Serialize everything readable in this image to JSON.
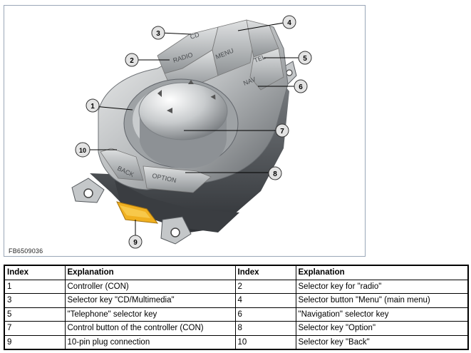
{
  "figure": {
    "id_label": "FB6509036",
    "key_labels": {
      "cd": "CD",
      "radio": "RADIO",
      "menu": "MENU",
      "tel": "TEL",
      "nav": "NAV",
      "back": "BACK",
      "option": "OPTION"
    },
    "callouts": [
      "1",
      "2",
      "3",
      "4",
      "5",
      "6",
      "7",
      "8",
      "9",
      "10"
    ]
  },
  "legend": {
    "headers": [
      "Index",
      "Explanation",
      "Index",
      "Explanation"
    ],
    "rows": [
      [
        "1",
        "Controller (CON)",
        "2",
        "Selector key for \"radio\""
      ],
      [
        "3",
        "Selector key \"CD/Multimedia\"",
        "4",
        "Selector button \"Menu\" (main menu)"
      ],
      [
        "5",
        "\"Telephone\" selector key",
        "6",
        "\"Navigation\" selector key"
      ],
      [
        "7",
        "Control button of the controller (CON)",
        "8",
        "Selector key \"Option\""
      ],
      [
        "9",
        "10-pin plug connection",
        "10",
        "Selector key \"Back\""
      ]
    ]
  }
}
